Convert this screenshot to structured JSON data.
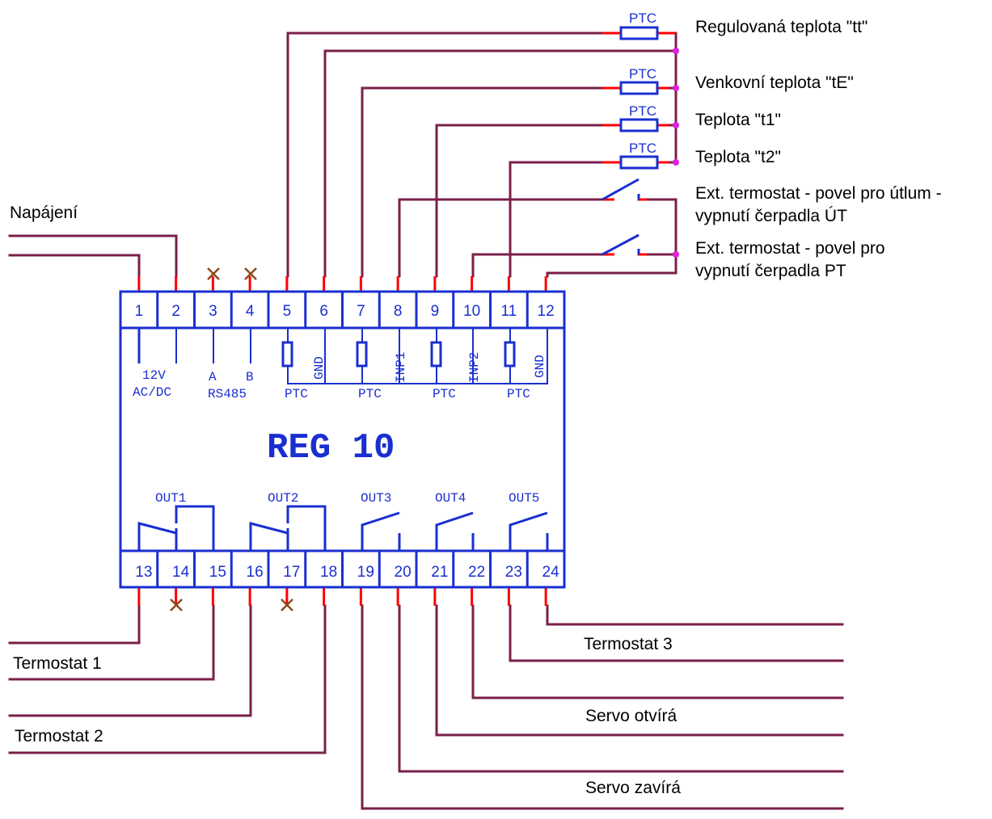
{
  "device": {
    "name": "REG 10"
  },
  "terminals_top": [
    "1",
    "2",
    "3",
    "4",
    "5",
    "6",
    "7",
    "8",
    "9",
    "10",
    "11",
    "12"
  ],
  "terminals_bottom": [
    "13",
    "14",
    "15",
    "16",
    "17",
    "18",
    "19",
    "20",
    "21",
    "22",
    "23",
    "24"
  ],
  "inner_labels": {
    "supply_voltage": "12V",
    "supply_type": "AC/DC",
    "rs485_a": "A",
    "rs485_b": "B",
    "rs485": "RS485",
    "gnd": "GND",
    "inp1": "INP1",
    "inp2": "INP2",
    "ptc": "PTC"
  },
  "outputs": [
    "OUT1",
    "OUT2",
    "OUT3",
    "OUT4",
    "OUT5"
  ],
  "ptc_label": "PTC",
  "external_labels": {
    "power": "Napájení",
    "regulated_temp": "Regulovaná teplota \"tt\"",
    "outdoor_temp": "Venkovní teplota \"tE\"",
    "temp_t1": "Teplota \"t1\"",
    "temp_t2": "Teplota \"t2\"",
    "ext_thermostat_1_line1": "Ext. termostat - povel pro útlum -",
    "ext_thermostat_1_line2": "vypnutí čerpadla ÚT",
    "ext_thermostat_2_line1": "Ext. termostat - povel pro",
    "ext_thermostat_2_line2": "vypnutí čerpadla PT",
    "thermostat_1": "Termostat 1",
    "thermostat_2": "Termostat 2",
    "thermostat_3": "Termostat 3",
    "servo_open": "Servo otvírá",
    "servo_close": "Servo zavírá"
  },
  "colors": {
    "wire": "#7a1f4a",
    "terminal_stub": "#ff0000",
    "device": "#1a2fd0",
    "junction": "#e020e0",
    "unused_mark": "#8b4a1a"
  }
}
